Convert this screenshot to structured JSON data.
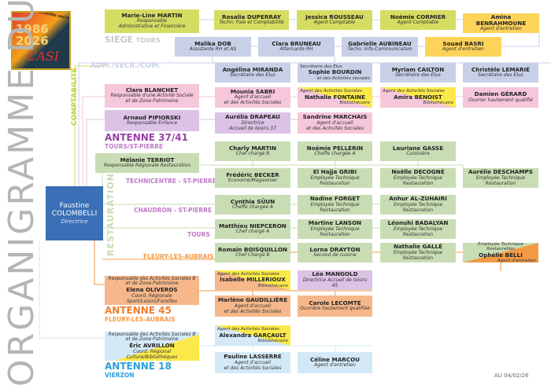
{
  "title": "ORGANIGRAMME DU",
  "logo": {
    "text": "40 ans d'activités sociales cheminotes",
    "years": [
      "1986",
      "2026"
    ],
    "brand": "CASI"
  },
  "sections": {
    "siege": "SIÈGE",
    "siege_city": "TOURS",
    "adm": "ADM./SECR./COM.",
    "compta": "COMPTABILITÉ",
    "restauration": "RESTAURATION",
    "antenne3741": "ANTENNE 37/41",
    "antenne3741_city": "TOURS/ST-PIERRE",
    "technicentre": "TECHNICENTRE - ST-PIERRE",
    "chaudron": "CHAUDRON - ST-PIERRE",
    "tours": "TOURS",
    "fleury": "FLEURY-LES-AUBRAIS",
    "antenne45": "ANTENNE 45",
    "antenne45_city": "FLEURY-LES-AUBRAIS",
    "antenne18": "ANTENNE 18",
    "antenne18_city": "VIERZON"
  },
  "footer": "AU 04/02/26",
  "colors": {
    "director": "#3b6fb6",
    "antenne3741": "#9b3fa8",
    "antenne45": "#f07d2a",
    "antenne18": "#2a9fd8",
    "restauration": "#c8ddb3"
  },
  "boxes": {
    "faustine": {
      "lines": [
        {
          "t": "Faustine",
          "s": "n"
        },
        {
          "t": "COLOMBELLI",
          "s": "n"
        },
        {
          "t": "Directrice",
          "s": "r"
        }
      ]
    },
    "marieline": {
      "lines": [
        {
          "t": "Marie-Line MARTIN",
          "s": "n"
        },
        {
          "t": "Responsable",
          "s": "r"
        },
        {
          "t": "Administrative et Financière",
          "s": "r"
        }
      ]
    },
    "rosalia": {
      "lines": [
        {
          "t": "Rosalia DUPERRAY",
          "s": "n"
        },
        {
          "t": "Techn. Paie et Comptabilité",
          "s": "r"
        }
      ]
    },
    "jessica": {
      "lines": [
        {
          "t": "Jessica ROUSSEAU",
          "s": "n"
        },
        {
          "t": "Agent Comptable",
          "s": "r"
        }
      ]
    },
    "noemiec": {
      "lines": [
        {
          "t": "Noémie CORMIER",
          "s": "n"
        },
        {
          "t": "Agent Comptable",
          "s": "r"
        }
      ]
    },
    "amina": {
      "lines": [
        {
          "t": "Amina BENRAHMOUNE",
          "s": "n"
        },
        {
          "t": "Agent d'entretien",
          "s": "r"
        }
      ]
    },
    "malika": {
      "lines": [
        {
          "t": "Malika DOB",
          "s": "n"
        },
        {
          "t": "Assistante RH et AS",
          "s": "r"
        }
      ]
    },
    "clarab": {
      "lines": [
        {
          "t": "Clara BRUNEAU",
          "s": "n"
        },
        {
          "t": "Alternante RH",
          "s": "r"
        }
      ]
    },
    "gabrielle": {
      "lines": [
        {
          "t": "Gabrielle AUBINEAU",
          "s": "n"
        },
        {
          "t": "Techn. Info-Communication",
          "s": "r"
        }
      ]
    },
    "souad": {
      "lines": [
        {
          "t": "Souad BASRI",
          "s": "n"
        },
        {
          "t": "Agent d'entretien",
          "s": "r"
        }
      ]
    },
    "angelina": {
      "lines": [
        {
          "t": "Angélina MIRANDA",
          "s": "n"
        },
        {
          "t": "Secrétaire des Elus",
          "s": "r"
        }
      ]
    },
    "sophie": {
      "lines": [
        {
          "t": "Secrétaire des Elus",
          "s": "tl"
        },
        {
          "t": "Sophie BOURDIN",
          "s": "n"
        },
        {
          "t": "et des Activités sociales",
          "s": "br"
        }
      ]
    },
    "myriam": {
      "lines": [
        {
          "t": "Myriam CAILTON",
          "s": "n"
        },
        {
          "t": "Secrétaire des Elus",
          "s": "r"
        }
      ]
    },
    "christele": {
      "lines": [
        {
          "t": "Christèle LEMARIÉ",
          "s": "n"
        },
        {
          "t": "Secrétaire des Elus",
          "s": "r"
        }
      ]
    },
    "clarabl": {
      "lines": [
        {
          "t": "Clara BLANCHET",
          "s": "n"
        },
        {
          "t": "Responsable d'une Activité Sociale",
          "s": "r"
        },
        {
          "t": "et de Zone Patrimoine",
          "s": "r"
        }
      ]
    },
    "mounia": {
      "lines": [
        {
          "t": "Mounia SABRI",
          "s": "n"
        },
        {
          "t": "Agent d'accueil",
          "s": "r"
        },
        {
          "t": "et des Activités Sociales",
          "s": "r"
        }
      ]
    },
    "nathalief": {
      "lines": [
        {
          "t": "Agent des Activités Sociales",
          "s": "tl"
        },
        {
          "t": "Nathalie FONTAINE",
          "s": "n"
        },
        {
          "t": "Bibliothécaire",
          "s": "br"
        }
      ]
    },
    "amira": {
      "lines": [
        {
          "t": "Agent des Activités Sociales",
          "s": "tl"
        },
        {
          "t": "Amira BENOIST",
          "s": "n"
        },
        {
          "t": "Bibliothécaire",
          "s": "br"
        }
      ]
    },
    "damien": {
      "lines": [
        {
          "t": "Damien GÉRARD",
          "s": "n"
        },
        {
          "t": "Ouvrier hautement qualifié",
          "s": "r"
        }
      ]
    },
    "arnaud": {
      "lines": [
        {
          "t": "Arnaud PIPIORSKI",
          "s": "n"
        },
        {
          "t": "Responsable Enfance",
          "s": "r"
        }
      ]
    },
    "aurelia": {
      "lines": [
        {
          "t": "Aurélia DRAPEAU",
          "s": "n"
        },
        {
          "t": "Directrice",
          "s": "r"
        },
        {
          "t": "Accueil de loisirs 37",
          "s": "r"
        }
      ]
    },
    "sandrine": {
      "lines": [
        {
          "t": "Sandrine MARCHAIS",
          "s": "n"
        },
        {
          "t": "Agent d'accueil",
          "s": "r"
        },
        {
          "t": "et des Activités Sociales",
          "s": "r"
        }
      ]
    },
    "melanie": {
      "lines": [
        {
          "t": "Mélanie TERRIOT",
          "s": "n"
        },
        {
          "t": "Responsable Régionale Restauration",
          "s": "r"
        }
      ]
    },
    "charly": {
      "lines": [
        {
          "t": "Charly MARTIN",
          "s": "n"
        },
        {
          "t": "Chef chargé B",
          "s": "r"
        }
      ]
    },
    "noemiep": {
      "lines": [
        {
          "t": "Noémie PELLERIN",
          "s": "n"
        },
        {
          "t": "Cheffe chargée A",
          "s": "r"
        }
      ]
    },
    "lauriane": {
      "lines": [
        {
          "t": "Lauriane GASSE",
          "s": "n"
        },
        {
          "t": "Cuisinière",
          "s": "r"
        }
      ]
    },
    "frederic": {
      "lines": [
        {
          "t": "Frédéric BECKER",
          "s": "n"
        },
        {
          "t": "Econome/Magasinier",
          "s": "r"
        }
      ]
    },
    "elhajja": {
      "lines": [
        {
          "t": "El Hajja GRIBI",
          "s": "n"
        },
        {
          "t": "Employée Technique Restauration",
          "s": "r"
        }
      ]
    },
    "noelle": {
      "lines": [
        {
          "t": "Noëlle DECOGNÉ",
          "s": "n"
        },
        {
          "t": "Employée Technique Restauration",
          "s": "r"
        }
      ]
    },
    "aurelie": {
      "lines": [
        {
          "t": "Aurélie DESCHAMPS",
          "s": "n"
        },
        {
          "t": "Employée Technique Restauration",
          "s": "r"
        }
      ]
    },
    "cynthia": {
      "lines": [
        {
          "t": "Cynthia SÜUN",
          "s": "n"
        },
        {
          "t": "Cheffe chargée A",
          "s": "r"
        }
      ]
    },
    "nadine": {
      "lines": [
        {
          "t": "Nadine FORGET",
          "s": "n"
        },
        {
          "t": "Employée Technique Restauration",
          "s": "r"
        }
      ]
    },
    "anhur": {
      "lines": [
        {
          "t": "Anhur AL-ZUHAIRI",
          "s": "n"
        },
        {
          "t": "Employée Technique Restauration",
          "s": "r"
        }
      ]
    },
    "matthieu": {
      "lines": [
        {
          "t": "Matthieu NIEPCERON",
          "s": "n"
        },
        {
          "t": "Chef chargé A",
          "s": "r"
        }
      ]
    },
    "martine": {
      "lines": [
        {
          "t": "Martine LANSON",
          "s": "n"
        },
        {
          "t": "Employée Technique Restauration",
          "s": "r"
        }
      ]
    },
    "leonuhi": {
      "lines": [
        {
          "t": "Léonuhi BADALYAN",
          "s": "n"
        },
        {
          "t": "Employée Technique Restauration",
          "s": "r"
        }
      ]
    },
    "romain": {
      "lines": [
        {
          "t": "Romain BOISQUILLON",
          "s": "n"
        },
        {
          "t": "Chef Chargé B",
          "s": "r"
        }
      ]
    },
    "lorna": {
      "lines": [
        {
          "t": "Lorna DRAYTON",
          "s": "n"
        },
        {
          "t": "Second de cuisine",
          "s": "r"
        }
      ]
    },
    "nathalieg": {
      "lines": [
        {
          "t": "Nathalie GALLÉ",
          "s": "n"
        },
        {
          "t": "Employée Technique Restauration",
          "s": "r"
        }
      ]
    },
    "ophelie": {
      "lines": [
        {
          "t": "Employée Technique Restauration",
          "s": "tl"
        },
        {
          "t": "Ophélie BELLI",
          "s": "n"
        },
        {
          "t": "Agent d'entretien",
          "s": "br"
        }
      ]
    },
    "elena": {
      "lines": [
        {
          "t": "Responsable des Activités Sociales B",
          "s": "r"
        },
        {
          "t": "et de Zone Patrimoine",
          "s": "r"
        },
        {
          "t": "Elena OLIVEROS",
          "s": "n"
        },
        {
          "t": "Coord. Régionale Sport/Loisirs/Familles",
          "s": "r"
        }
      ]
    },
    "isabelle": {
      "lines": [
        {
          "t": "Agent des Activités Sociales",
          "s": "tl"
        },
        {
          "t": "Isabelle MILLERIOUX",
          "s": "n"
        },
        {
          "t": "Bibliothécaire",
          "s": "br"
        }
      ]
    },
    "lea": {
      "lines": [
        {
          "t": "Léa MANGOLD",
          "s": "n"
        },
        {
          "t": "Directrice Accueil de loisirs 45",
          "s": "r"
        }
      ]
    },
    "marlene": {
      "lines": [
        {
          "t": "Marlène GAUDILLIÈRE",
          "s": "n"
        },
        {
          "t": "Agent d'accueil",
          "s": "r"
        },
        {
          "t": "et des Activités Sociales",
          "s": "r"
        }
      ]
    },
    "carole": {
      "lines": [
        {
          "t": "Carole LECOMTE",
          "s": "n"
        },
        {
          "t": "Ouvrière hautement qualifiée",
          "s": "r"
        }
      ]
    },
    "eric": {
      "lines": [
        {
          "t": "Responsable des Activités Sociales B",
          "s": "r"
        },
        {
          "t": "et de Zone Patrimoine",
          "s": "r"
        },
        {
          "t": "Éric AVRILLON",
          "s": "n"
        },
        {
          "t": "Coord. Régional Culture/Bibliothèques",
          "s": "r"
        }
      ]
    },
    "alexandra": {
      "lines": [
        {
          "t": "Agent des Activités Sociales",
          "s": "tl"
        },
        {
          "t": "Alexandra GARÇAULT",
          "s": "n"
        },
        {
          "t": "Bibliothécaire",
          "s": "br"
        }
      ]
    },
    "pauline": {
      "lines": [
        {
          "t": "Pauline LASSERRE",
          "s": "n"
        },
        {
          "t": "Agent d'accueil",
          "s": "r"
        },
        {
          "t": "et des Activités Sociales",
          "s": "r"
        }
      ]
    },
    "celine": {
      "lines": [
        {
          "t": "Céline MARCOU",
          "s": "n"
        },
        {
          "t": "Agent d'entretien",
          "s": "r"
        }
      ]
    }
  }
}
